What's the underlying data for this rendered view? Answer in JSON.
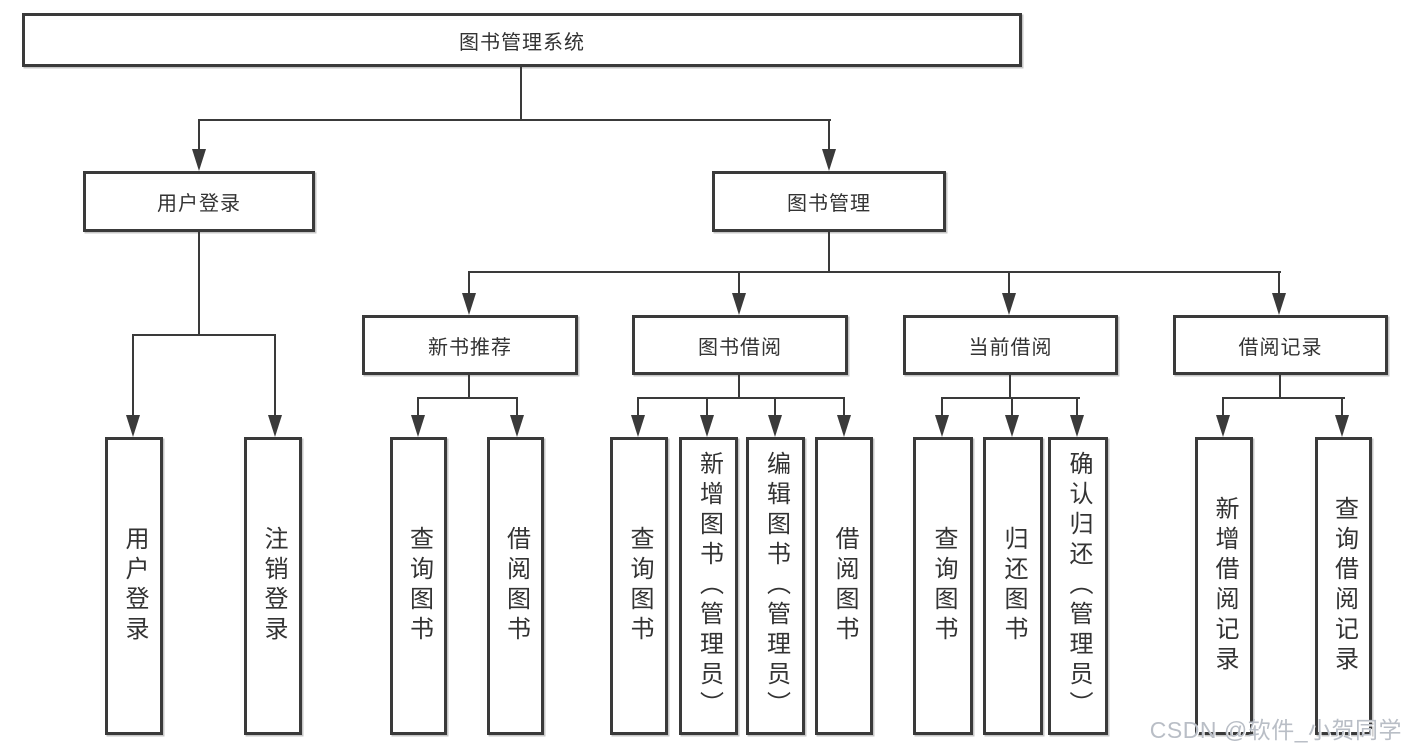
{
  "nodes": {
    "root": "图书管理系统",
    "user_login": "用户登录",
    "book_management": "图书管理",
    "new_book_recommend": "新书推荐",
    "book_borrowing": "图书借阅",
    "current_borrowing": "当前借阅",
    "borrowing_records": "借阅记录"
  },
  "leaves": {
    "user_login": [
      "用户登录",
      "注销登录"
    ],
    "new_book_recommend": [
      "查询图书",
      "借阅图书"
    ],
    "book_borrowing": [
      "查询图书",
      "新增图书（管理员）",
      "编辑图书（管理员）",
      "借阅图书"
    ],
    "current_borrowing": [
      "查询图书",
      "归还图书",
      "确认归还（管理员）"
    ],
    "borrowing_records": [
      "新增借阅记录",
      "查询借阅记录"
    ]
  },
  "watermark": "CSDN @软件_小贺同学",
  "colors": {
    "line": "#3a3a3a",
    "text": "#333333",
    "watermark": "#b9bec6",
    "background": "#ffffff"
  }
}
